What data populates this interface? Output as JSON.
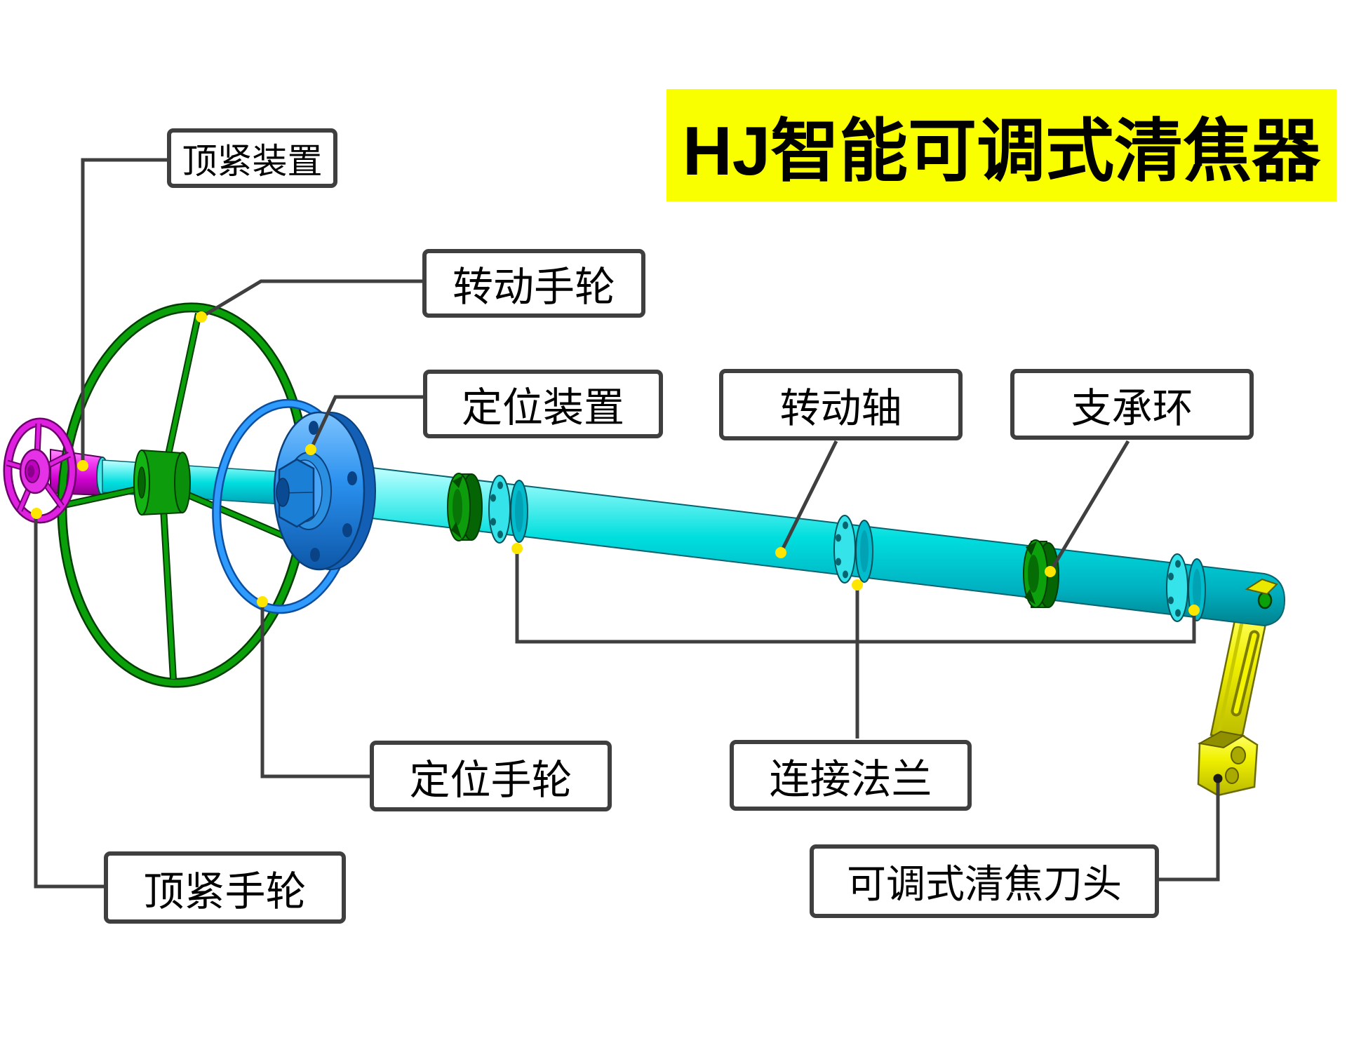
{
  "title": {
    "text": "HJ智能可调式清焦器",
    "background": "#FAFF00",
    "text_color": "#000000"
  },
  "labels": [
    {
      "id": "tightening-device",
      "text": "顶紧装置"
    },
    {
      "id": "rotating-handwheel",
      "text": "转动手轮"
    },
    {
      "id": "positioning-device",
      "text": "定位装置"
    },
    {
      "id": "rotating-shaft",
      "text": "转动轴"
    },
    {
      "id": "support-ring",
      "text": "支承环"
    },
    {
      "id": "positioning-handwheel",
      "text": "定位手轮"
    },
    {
      "id": "connecting-flange",
      "text": "连接法兰"
    },
    {
      "id": "tightening-handwheel",
      "text": "顶紧手轮"
    },
    {
      "id": "adjustable-cutter-head",
      "text": "可调式清焦刀头"
    }
  ],
  "colors": {
    "label_border": "#3F3F3F",
    "leader_line": "#3F3F3F",
    "callout_dot": "#FFE600",
    "shaft_cyan": "#00DEDE",
    "handwheel_green": "#0AA00A",
    "positioning_blue": "#2A95F5",
    "tightening_magenta": "#D800D8",
    "support_ring_green": "#0CA10C",
    "cutter_head_yellow": "#F0F000"
  }
}
